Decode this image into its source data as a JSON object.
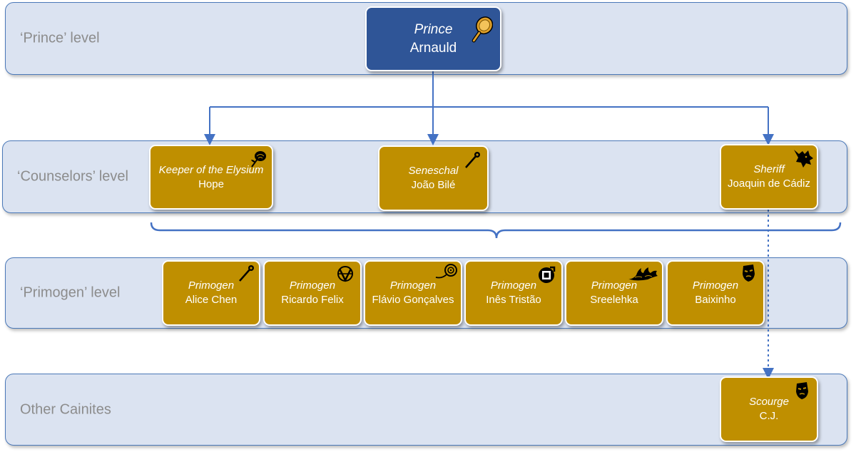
{
  "levels": {
    "prince": "‘Prince’ level",
    "counselors": "‘Counselors’ level",
    "primogen": "‘Primogen’ level",
    "other": "Other Cainites"
  },
  "prince": {
    "role": "Prince",
    "name": "Arnauld",
    "icon": "hand-mirror-icon"
  },
  "counselors": [
    {
      "role": "Keeper of the Elysium",
      "name": "Hope",
      "icon": "rose-icon"
    },
    {
      "role": "Seneschal",
      "name": "João Bilé",
      "icon": "scepter-icon"
    },
    {
      "role": "Sheriff",
      "name": "Joaquin de Cádiz",
      "icon": "wolf-head-icon"
    }
  ],
  "primogen": [
    {
      "role": "Primogen",
      "name": "Alice Chen",
      "icon": "scepter-icon"
    },
    {
      "role": "Primogen",
      "name": "Ricardo Felix",
      "icon": "brujah-anarch-icon"
    },
    {
      "role": "Primogen",
      "name": "Flávio Gonçalves",
      "icon": "rose-icon"
    },
    {
      "role": "Primogen",
      "name": "Inês Tristão",
      "icon": "square-symbol-icon"
    },
    {
      "role": "Primogen",
      "name": "Sreelehka",
      "icon": "flame-icon"
    },
    {
      "role": "Primogen",
      "name": "Baixinho",
      "icon": "mask-icon"
    }
  ],
  "others": [
    {
      "role": "Scourge",
      "name": "C.J.",
      "icon": "mask-icon"
    }
  ],
  "colors": {
    "band_fill": "#dbe3f1",
    "band_border": "#4a78b8",
    "gold_node": "#bf8f00",
    "prince_node": "#2f5597",
    "connector": "#4472c4"
  }
}
